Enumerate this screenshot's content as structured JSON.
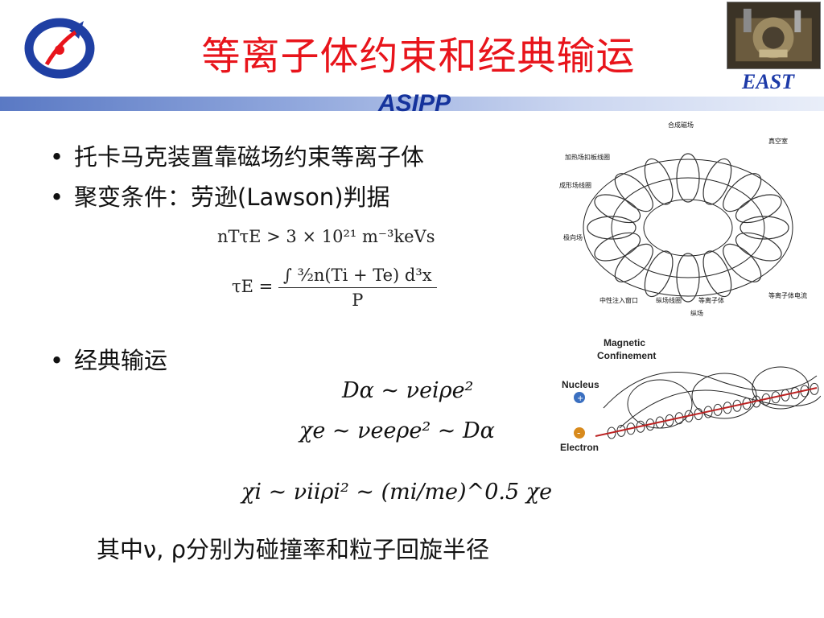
{
  "header": {
    "title": "等离子体约束和经典输运",
    "subtitle": "ASIPP",
    "east_label": "EAST"
  },
  "bullets": [
    "托卡马克装置靠磁场约束等离子体",
    "聚变条件：劳逊(Lawson)判据",
    "经典输运"
  ],
  "lawson": {
    "eq1": "nTτE > 3 × 10²¹ m⁻³keVs",
    "eq2_lhs": "τE =",
    "eq2_num": "∫ ³⁄₂n(Ti + Te) d³x",
    "eq2_den": "P"
  },
  "transport": {
    "eq1": "Dα ~ νeiρe²",
    "eq2": "χe ~ νeeρe² ~ Dα",
    "eq3": "χi ~ νiiρi² ~ (mi/me)^0.5 χe",
    "exponent": "0.5"
  },
  "note": "其中ν, ρ分别为碰撞率和粒子回旋半径",
  "figure_tokamak": {
    "labels": [
      "合成磁场",
      "真空室",
      "加热场扣板线圈",
      "成形场线圈",
      "极向场",
      "中性注入窗口",
      "纵场线圈",
      "等离子体",
      "等离子体电流",
      "纵场"
    ]
  },
  "figure_magnetic": {
    "title_line1": "Magnetic",
    "title_line2": "Confinement",
    "nucleus": "Nucleus",
    "electron": "Electron",
    "plus": "+",
    "minus": "-"
  },
  "colors": {
    "title": "#e8141b",
    "accent_blue": "#1d3aa8",
    "bar_start": "#5a79c4"
  }
}
